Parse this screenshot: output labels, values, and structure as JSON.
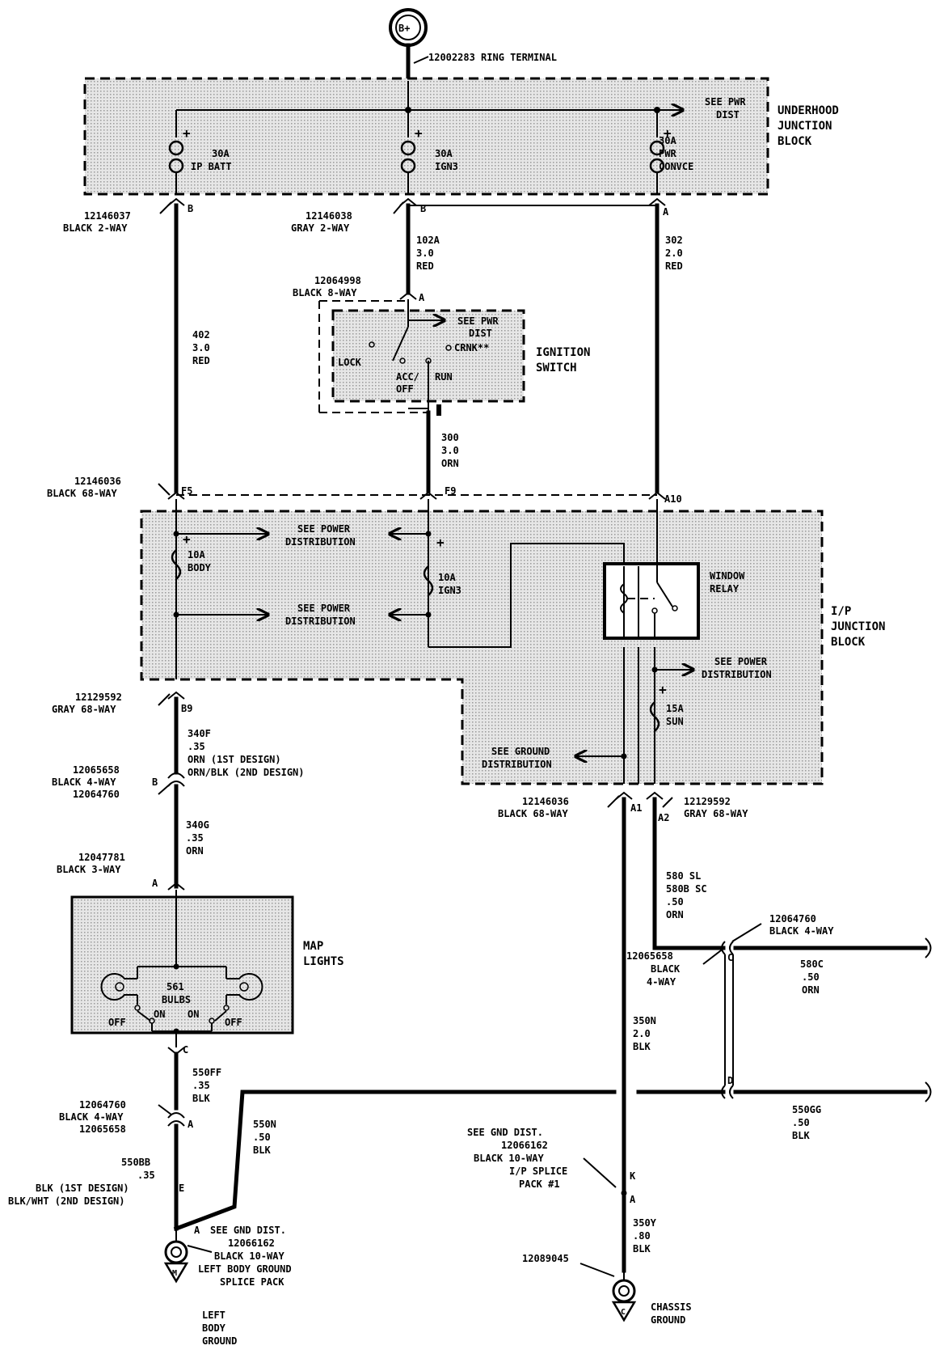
{
  "battery": {
    "label": "B+",
    "terminal": "12002283 RING TERMINAL"
  },
  "underhood": {
    "title": [
      "UNDERHOOD",
      "JUNCTION",
      "BLOCK"
    ],
    "pwr_dist": [
      "SEE PWR",
      "DIST"
    ],
    "fuse_ip_batt": [
      "30A",
      "IP BATT"
    ],
    "fuse_ign3": [
      "30A",
      "IGN3"
    ],
    "fuse_pwr_convce": [
      "30A",
      "PWR",
      "CONVCE"
    ]
  },
  "connectors": {
    "c1": [
      "12146037",
      "BLACK 2-WAY"
    ],
    "c2": [
      "12146038",
      "GRAY 2-WAY"
    ],
    "c3": [
      "12064998",
      "BLACK 8-WAY"
    ],
    "c4": [
      "12146036",
      "BLACK 68-WAY"
    ],
    "c5": [
      "12129592",
      "GRAY 68-WAY"
    ],
    "c6": [
      "12065658",
      "BLACK 4-WAY",
      "12064760"
    ],
    "c7": [
      "12047781",
      "BLACK 3-WAY"
    ],
    "c8": [
      "12146036",
      "BLACK 68-WAY"
    ],
    "c9": [
      "12129592",
      "GRAY 68-WAY"
    ],
    "c10": [
      "12064760",
      "BLACK 4-WAY"
    ],
    "c11": [
      "12065658",
      "BLACK",
      "4-WAY"
    ],
    "c12": [
      "12064760",
      "BLACK 4-WAY",
      "12065658"
    ],
    "c13": [
      "SEE GND DIST.",
      "12066162",
      "BLACK 10-WAY",
      "I/P SPLICE",
      "PACK #1"
    ],
    "c14": [
      "SEE GND DIST.",
      "12066162",
      "BLACK 10-WAY",
      "LEFT BODY GROUND",
      "SPLICE PACK"
    ],
    "c15": "12089045"
  },
  "pins": {
    "b1": "B",
    "b2": "B",
    "a1": "A",
    "a_ign": "A",
    "f5": "F5",
    "f9": "F9",
    "a10": "A10",
    "b9": "B9",
    "b_conn": "B",
    "a_map": "A",
    "c_map": "C",
    "a_lower": "A",
    "e": "E",
    "a_splice": "A",
    "a1_ip": "A1",
    "a2_ip": "A2",
    "c_conn": "C",
    "d_conn": "D",
    "k": "K",
    "a_k": "A"
  },
  "wires": {
    "w402": [
      "402",
      "3.0",
      "RED"
    ],
    "w102a": [
      "102A",
      "3.0",
      "RED"
    ],
    "w302": [
      "302",
      "2.0",
      "RED"
    ],
    "w300": [
      "300",
      "3.0",
      "ORN"
    ],
    "w340f": [
      "340F",
      ".35",
      "ORN (1ST DESIGN)",
      "ORN/BLK (2ND DESIGN)"
    ],
    "w340g": [
      "340G",
      ".35",
      "ORN"
    ],
    "w580": [
      "580 SL",
      "580B SC",
      ".50",
      "ORN"
    ],
    "w580c": [
      "580C",
      ".50",
      "ORN"
    ],
    "w350n": [
      "350N",
      "2.0",
      "BLK"
    ],
    "w550ff": [
      "550FF",
      ".35",
      "BLK"
    ],
    "w550n": [
      "550N",
      ".50",
      "BLK"
    ],
    "w550gg": [
      "550GG",
      ".50",
      "BLK"
    ],
    "w550bb": [
      "550BB",
      ".35",
      "BLK (1ST DESIGN)",
      "BLK/WHT (2ND DESIGN)"
    ],
    "w350y": [
      "350Y",
      ".80",
      "BLK"
    ]
  },
  "ignition": {
    "title": [
      "IGNITION",
      "SWITCH"
    ],
    "pwr_dist": [
      "SEE PWR",
      "DIST"
    ],
    "crnk": "CRNK**",
    "lock": "LOCK",
    "acc_off": [
      "ACC/",
      "OFF"
    ],
    "run": "RUN"
  },
  "ip_block": {
    "title": [
      "I/P",
      "JUNCTION",
      "BLOCK"
    ],
    "see_power_1": [
      "SEE POWER",
      "DISTRIBUTION"
    ],
    "see_power_2": [
      "SEE POWER",
      "DISTRIBUTION"
    ],
    "see_power_3": [
      "SEE POWER",
      "DISTRIBUTION"
    ],
    "see_ground": [
      "SEE GROUND",
      "DISTRIBUTION"
    ],
    "fuse_body": [
      "10A",
      "BODY"
    ],
    "fuse_ign3": [
      "10A",
      "IGN3"
    ],
    "fuse_sun": [
      "15A",
      "SUN"
    ],
    "relay": [
      "WINDOW",
      "RELAY"
    ]
  },
  "map_lights": {
    "title": [
      "MAP",
      "LIGHTS"
    ],
    "bulbs": [
      "561",
      "BULBS"
    ],
    "off_left": "OFF",
    "on_left": "ON",
    "on_right": "ON",
    "off_right": "OFF"
  },
  "grounds": {
    "left": [
      "LEFT",
      "BODY",
      "GROUND"
    ],
    "left_letter": "M",
    "chassis": [
      "CHASSIS",
      "GROUND"
    ],
    "chassis_letter": "C"
  }
}
